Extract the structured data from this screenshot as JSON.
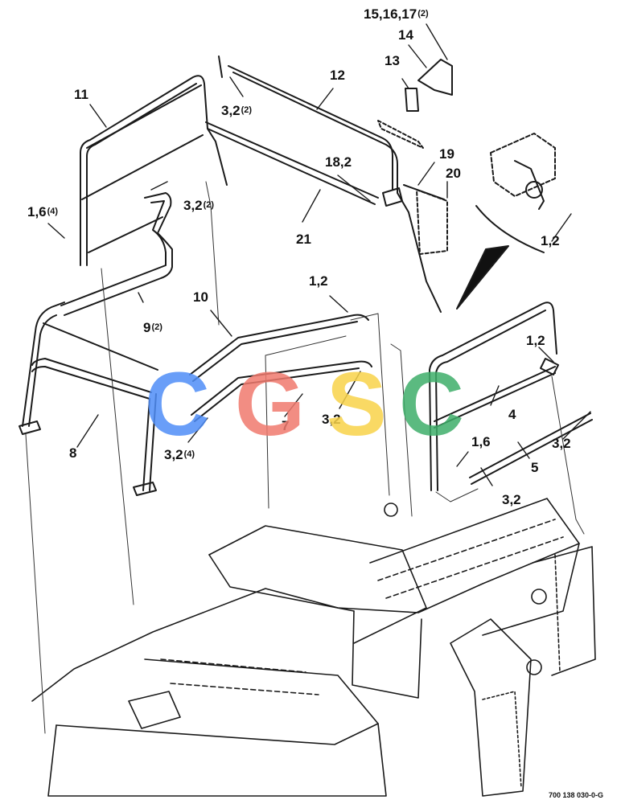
{
  "callouts": [
    {
      "id": "c15",
      "text": "15,16,17",
      "qty": "(2)"
    },
    {
      "id": "c14",
      "text": "14",
      "qty": ""
    },
    {
      "id": "c13",
      "text": "13",
      "qty": ""
    },
    {
      "id": "c12",
      "text": "12",
      "qty": ""
    },
    {
      "id": "c11",
      "text": "11",
      "qty": ""
    },
    {
      "id": "c32a",
      "text": "3,2",
      "qty": "(2)"
    },
    {
      "id": "c182",
      "text": "18,2",
      "qty": ""
    },
    {
      "id": "c19",
      "text": "19",
      "qty": ""
    },
    {
      "id": "c20",
      "text": "20",
      "qty": ""
    },
    {
      "id": "c32b",
      "text": "3,2",
      "qty": "(2)"
    },
    {
      "id": "c16",
      "text": "1,6",
      "qty": "(4)"
    },
    {
      "id": "c21",
      "text": "21",
      "qty": ""
    },
    {
      "id": "c12r",
      "text": "1,2",
      "qty": ""
    },
    {
      "id": "c12m",
      "text": "1,2",
      "qty": ""
    },
    {
      "id": "c10",
      "text": "10",
      "qty": ""
    },
    {
      "id": "c9",
      "text": "9",
      "qty": "(2)"
    },
    {
      "id": "c12k",
      "text": "1,2",
      "qty": ""
    },
    {
      "id": "c4",
      "text": "4",
      "qty": ""
    },
    {
      "id": "c7",
      "text": "7",
      "qty": ""
    },
    {
      "id": "c32c",
      "text": "3,2",
      "qty": ""
    },
    {
      "id": "c8",
      "text": "8",
      "qty": ""
    },
    {
      "id": "c32d",
      "text": "3,2",
      "qty": "(4)"
    },
    {
      "id": "c16b",
      "text": "1,6",
      "qty": ""
    },
    {
      "id": "c32e",
      "text": "3,2",
      "qty": ""
    },
    {
      "id": "c5",
      "text": "5",
      "qty": ""
    },
    {
      "id": "c32f",
      "text": "3,2",
      "qty": ""
    }
  ],
  "figure_number": "700 138 030-0-G",
  "watermark": {
    "letters": [
      "C",
      "G",
      "S",
      "C"
    ],
    "colors": [
      "#4f8ef7",
      "#f07a6e",
      "#f8d34a",
      "#3fae6a"
    ]
  }
}
